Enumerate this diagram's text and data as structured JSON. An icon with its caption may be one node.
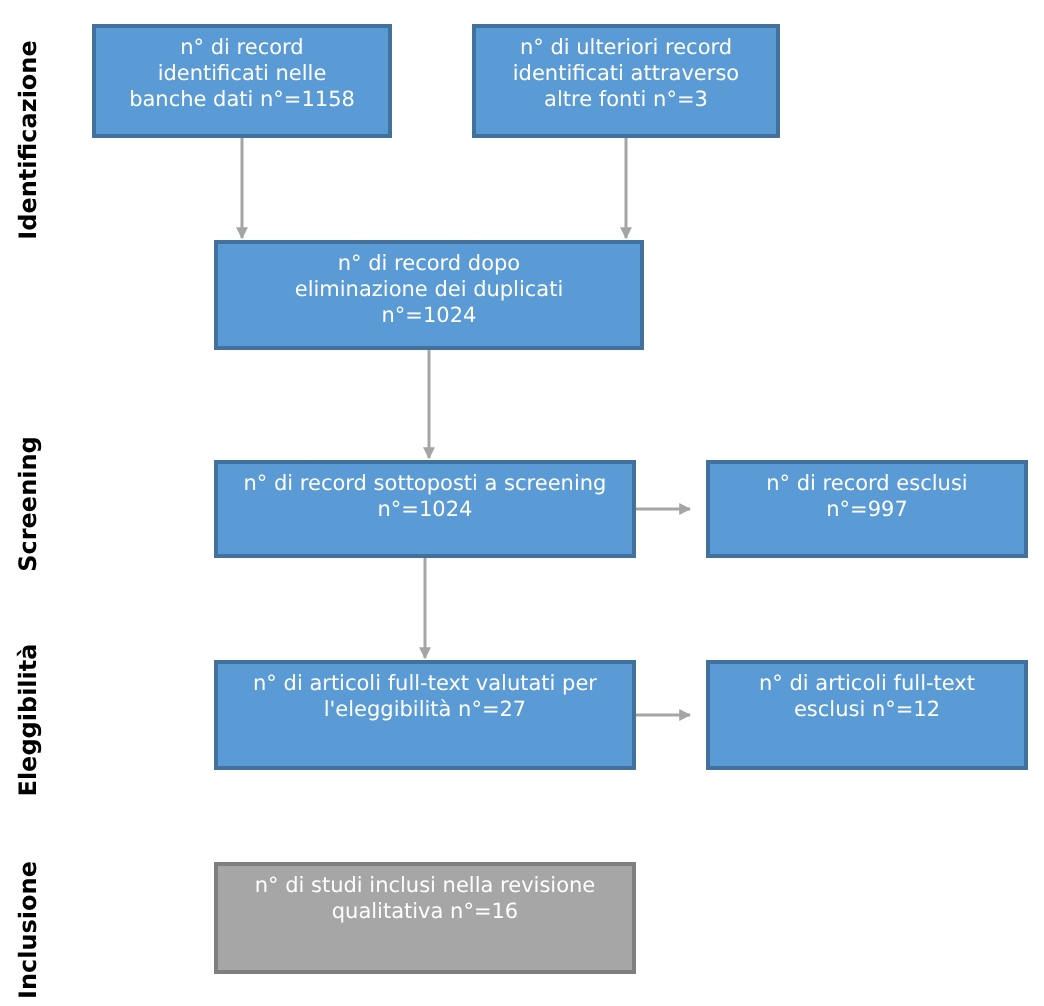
{
  "diagram": {
    "nodes": [
      {
        "text": [
          "n° di record identificati nelle banche dati n°=1158"
        ]
      },
      {
        "text": [
          "n° di ulteriori record identificati attraverso altre fonti n°=3"
        ]
      },
      {
        "text": [
          "n° di record dopo eliminazione dei duplicati n°=1024"
        ]
      },
      {
        "text": [
          "n° di record sottoposti a screening n°=1024"
        ]
      },
      {
        "text": [
          "n° di record esclusi n°=997"
        ]
      },
      {
        "text": [
          "n° di articoli full-text valutati per l'eleggibilità n°=27"
        ]
      },
      {
        "text": [
          "n° di articoli full-text esclusi n°=12"
        ]
      },
      {
        "text": [
          "n° di studi inclusi nella revisione qualitativa n°=16"
        ]
      }
    ],
    "edges": [
      {
        "from": 0,
        "to": 2,
        "arrow": "to"
      },
      {
        "from": 1,
        "to": 2,
        "arrow": "to"
      },
      {
        "from": 2,
        "to": 3,
        "arrow": "to"
      },
      {
        "from": 3,
        "to": 4,
        "arrow": "to"
      },
      {
        "from": 3,
        "to": 5,
        "arrow": "to"
      },
      {
        "from": 5,
        "to": 6,
        "arrow": "to"
      }
    ],
    "labels": [
      "Identificazione",
      "Screening",
      "Eleggibilità",
      "Inclusione"
    ]
  }
}
